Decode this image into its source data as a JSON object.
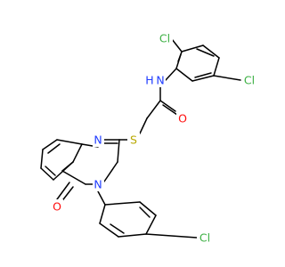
{
  "molecule": {
    "atoms": [
      {
        "id": "cl_top",
        "symbol": "Cl",
        "color": "#3cb043"
      },
      {
        "id": "cl_right",
        "symbol": "Cl",
        "color": "#3cb043"
      },
      {
        "id": "cl_bottom",
        "symbol": "Cl",
        "color": "#3cb043"
      },
      {
        "id": "n_amide",
        "symbol": "N",
        "color": "#1f3cff"
      },
      {
        "id": "h_amide",
        "symbol": "H",
        "color": "#1f3cff"
      },
      {
        "id": "o_amide",
        "symbol": "O",
        "color": "#ff0d0d"
      },
      {
        "id": "s_thio",
        "symbol": "S",
        "color": "#b8a800"
      },
      {
        "id": "n_ring1",
        "symbol": "N",
        "color": "#1f3cff"
      },
      {
        "id": "n_ring3",
        "symbol": "N",
        "color": "#1f3cff"
      },
      {
        "id": "o_ring",
        "symbol": "O",
        "color": "#ff0d0d"
      }
    ],
    "bond_color": "#000000"
  }
}
